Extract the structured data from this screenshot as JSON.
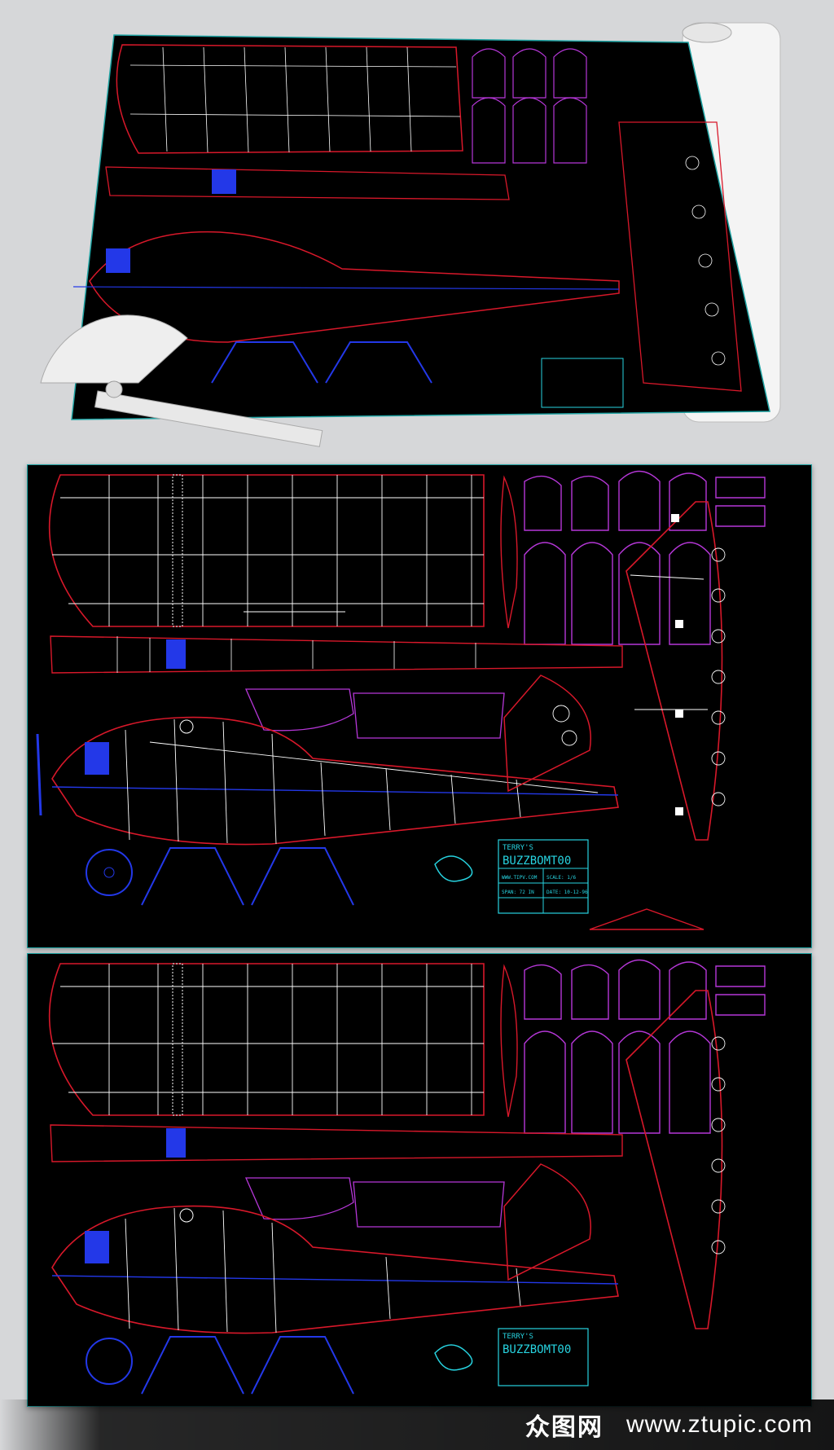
{
  "title_block": {
    "brand": "TERRY'S",
    "model": "BUZZBOMT00",
    "rows": [
      "WWW.TIPV.COM",
      "SCALE: 1/6",
      "SPAN: 72 IN",
      "DATE: 10-12-96"
    ]
  },
  "watermark": {
    "logo": "众图网",
    "url": "www.ztupic.com"
  },
  "colors": {
    "sheet": "#000000",
    "frame": "#1fa3a3",
    "outline": "#d8182a",
    "structure": "#ffffff",
    "former": "#b637d8",
    "engine": "#2338e8",
    "titleblock": "#27d3e0"
  }
}
